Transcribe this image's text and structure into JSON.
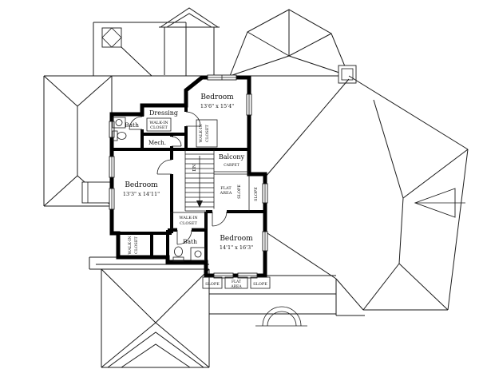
{
  "page": {
    "background": "#ffffff",
    "ink": "#1b1b1b"
  },
  "plan": {
    "bedroom_top": {
      "name": "Bedroom",
      "dims": "13'6\" x 15'4\""
    },
    "bedroom_left": {
      "name": "Bedroom",
      "dims": "13'3\" x 14'11\""
    },
    "bedroom_bottom": {
      "name": "Bedroom",
      "dims": "14'1\" x 16'3\""
    },
    "dressing": {
      "name": "Dressing"
    },
    "bath_upper": {
      "name": "Bath"
    },
    "bath_lower": {
      "name": "Bath"
    },
    "mech": {
      "name": "Mech."
    },
    "balcony": {
      "name": "Balcony",
      "finish": "CARPET"
    },
    "walk_in_closet": {
      "line1": "WALK-IN",
      "line2": "CLOSET"
    },
    "stairs": {
      "direction": "DN"
    },
    "ceiling": {
      "slope": "SLOPE",
      "flat_line1": "FLAT",
      "flat_line2": "AREA"
    }
  }
}
